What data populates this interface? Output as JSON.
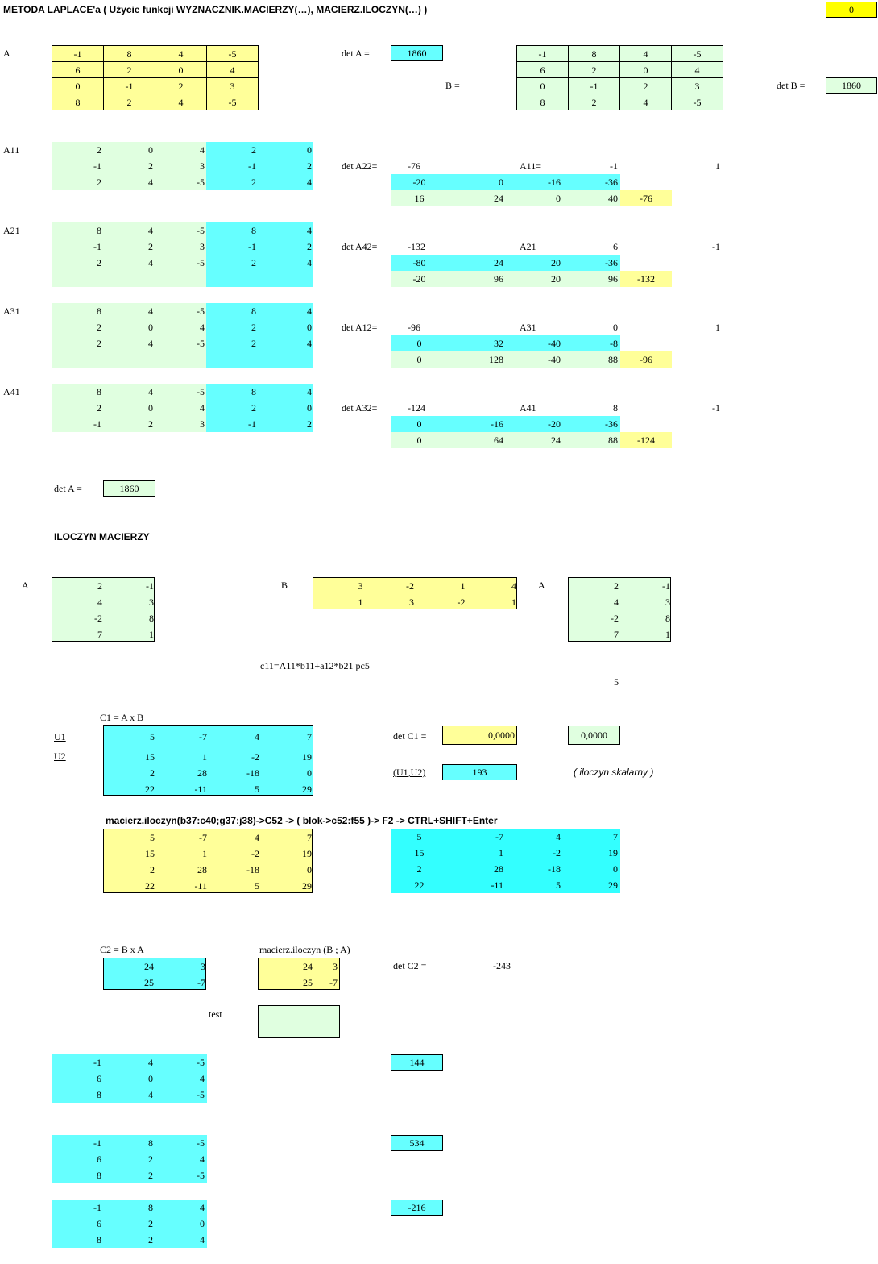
{
  "title": "METODA LAPLACE'a ( Użycie funkcji WYZNACZNIK.MACIERZY(…), MACIERZ.ILOCZYN(…) )",
  "top_flag": "0",
  "matrixA": {
    "label": "A",
    "rows": [
      [
        "-1",
        "8",
        "4",
        "-5"
      ],
      [
        "6",
        "2",
        "0",
        "4"
      ],
      [
        "0",
        "-1",
        "2",
        "3"
      ],
      [
        "8",
        "2",
        "4",
        "-5"
      ]
    ]
  },
  "detA": {
    "label": "det A =",
    "value": "1860"
  },
  "matrixB": {
    "label": "B =",
    "rows": [
      [
        "-1",
        "8",
        "4",
        "-5"
      ],
      [
        "6",
        "2",
        "0",
        "4"
      ],
      [
        "0",
        "-1",
        "2",
        "3"
      ],
      [
        "8",
        "2",
        "4",
        "-5"
      ]
    ]
  },
  "detB": {
    "label": "det B =",
    "value": "1860"
  },
  "minors": [
    {
      "label": "A11",
      "left": [
        [
          "2",
          "0",
          "4"
        ],
        [
          "-1",
          "2",
          "3"
        ],
        [
          "2",
          "4",
          "-5"
        ]
      ],
      "right": [
        [
          "2",
          "0"
        ],
        [
          "-1",
          "2"
        ],
        [
          "2",
          "4"
        ]
      ],
      "det_label": "det A22=",
      "det_value": "-76",
      "cof_label": "A11=",
      "cof_value": "-1",
      "sign": "1",
      "row1": [
        "-20",
        "0",
        "-16",
        "-36"
      ],
      "row2": [
        "16",
        "24",
        "0",
        "40"
      ],
      "result": "-76"
    },
    {
      "label": "A21",
      "left": [
        [
          "8",
          "4",
          "-5"
        ],
        [
          "-1",
          "2",
          "3"
        ],
        [
          "2",
          "4",
          "-5"
        ]
      ],
      "right": [
        [
          "8",
          "4"
        ],
        [
          "-1",
          "2"
        ],
        [
          "2",
          "4"
        ]
      ],
      "det_label": "det A42=",
      "det_value": "-132",
      "cof_label": "A21",
      "cof_value": "6",
      "sign": "-1",
      "row1": [
        "-80",
        "24",
        "20",
        "-36"
      ],
      "row2": [
        "-20",
        "96",
        "20",
        "96"
      ],
      "result": "-132"
    },
    {
      "label": "A31",
      "left": [
        [
          "8",
          "4",
          "-5"
        ],
        [
          "2",
          "0",
          "4"
        ],
        [
          "2",
          "4",
          "-5"
        ]
      ],
      "right": [
        [
          "8",
          "4"
        ],
        [
          "2",
          "0"
        ],
        [
          "2",
          "4"
        ]
      ],
      "det_label": "det A12=",
      "det_value": "-96",
      "cof_label": "A31",
      "cof_value": "0",
      "sign": "1",
      "row1": [
        "0",
        "32",
        "-40",
        "-8"
      ],
      "row2": [
        "0",
        "128",
        "-40",
        "88"
      ],
      "result": "-96"
    },
    {
      "label": "A41",
      "left": [
        [
          "8",
          "4",
          "-5"
        ],
        [
          "2",
          "0",
          "4"
        ],
        [
          "-1",
          "2",
          "3"
        ]
      ],
      "right": [
        [
          "8",
          "4"
        ],
        [
          "2",
          "0"
        ],
        [
          "-1",
          "2"
        ]
      ],
      "det_label": "det A32=",
      "det_value": "-124",
      "cof_label": "A41",
      "cof_value": "8",
      "sign": "-1",
      "row1": [
        "0",
        "-16",
        "-20",
        "-36"
      ],
      "row2": [
        "0",
        "64",
        "24",
        "88"
      ],
      "result": "-124"
    }
  ],
  "detA2": {
    "label": "det A =",
    "value": "1860"
  },
  "section2_title": "ILOCZYN MACIERZY",
  "prodA": {
    "label": "A",
    "rows": [
      [
        "2",
        "-1"
      ],
      [
        "4",
        "3"
      ],
      [
        "-2",
        "8"
      ],
      [
        "7",
        "1"
      ]
    ]
  },
  "prodB": {
    "label": "B",
    "rows": [
      [
        "3",
        "-2",
        "1",
        "4"
      ],
      [
        "1",
        "3",
        "-2",
        "1"
      ]
    ]
  },
  "prodA2": {
    "label": "A",
    "rows": [
      [
        "2",
        "-1"
      ],
      [
        "4",
        "3"
      ],
      [
        "-2",
        "8"
      ],
      [
        "7",
        "1"
      ]
    ]
  },
  "formula": "c11=A11*b11+a12*b21  pc5",
  "formula_value": "5",
  "c1": {
    "label": "C1 =  A x B",
    "u1": "U1",
    "u2": "U2",
    "rows": [
      [
        "5",
        "-7",
        "4",
        "7"
      ],
      [
        "15",
        "1",
        "-2",
        "19"
      ],
      [
        "2",
        "28",
        "-18",
        "0"
      ],
      [
        "22",
        "-11",
        "5",
        "29"
      ]
    ]
  },
  "detC1": {
    "label": "det C1 =",
    "value": "0,0000",
    "value2": "0,0000"
  },
  "dot": {
    "label": "(U1,U2)",
    "value": "193",
    "note": "( iloczyn skalarny )"
  },
  "macierz_note": "macierz.iloczyn(b37:c40;g37:j38)->C52  -> ( blok->c52:f55 )-> F2  -> CTRL+SHIFT+Enter",
  "mi_yellow": [
    [
      "5",
      "-7",
      "4",
      "7"
    ],
    [
      "15",
      "1",
      "-2",
      "19"
    ],
    [
      "2",
      "28",
      "-18",
      "0"
    ],
    [
      "22",
      "-11",
      "5",
      "29"
    ]
  ],
  "mi_cyan": [
    [
      "5",
      "-7",
      "4",
      "7"
    ],
    [
      "15",
      "1",
      "-2",
      "19"
    ],
    [
      "2",
      "28",
      "-18",
      "0"
    ],
    [
      "22",
      "-11",
      "5",
      "29"
    ]
  ],
  "c2": {
    "label": "C2 =  B x A",
    "rows": [
      [
        "24",
        "3"
      ],
      [
        "25",
        "-7"
      ]
    ]
  },
  "c2b": {
    "label": "macierz.iloczyn (B ; A)",
    "rows": [
      [
        "24",
        "3"
      ],
      [
        "25",
        "-7"
      ]
    ]
  },
  "detC2": {
    "label": "det C2 =",
    "value": "-243"
  },
  "test_label": "test",
  "bottom": [
    {
      "rows": [
        [
          "-1",
          "4",
          "-5"
        ],
        [
          "6",
          "0",
          "4"
        ],
        [
          "8",
          "4",
          "-5"
        ]
      ],
      "value": "144"
    },
    {
      "rows": [
        [
          "-1",
          "8",
          "-5"
        ],
        [
          "6",
          "2",
          "4"
        ],
        [
          "8",
          "2",
          "-5"
        ]
      ],
      "value": "534"
    },
    {
      "rows": [
        [
          "-1",
          "8",
          "4"
        ],
        [
          "6",
          "2",
          "0"
        ],
        [
          "8",
          "2",
          "4"
        ]
      ],
      "value": "-216"
    }
  ]
}
